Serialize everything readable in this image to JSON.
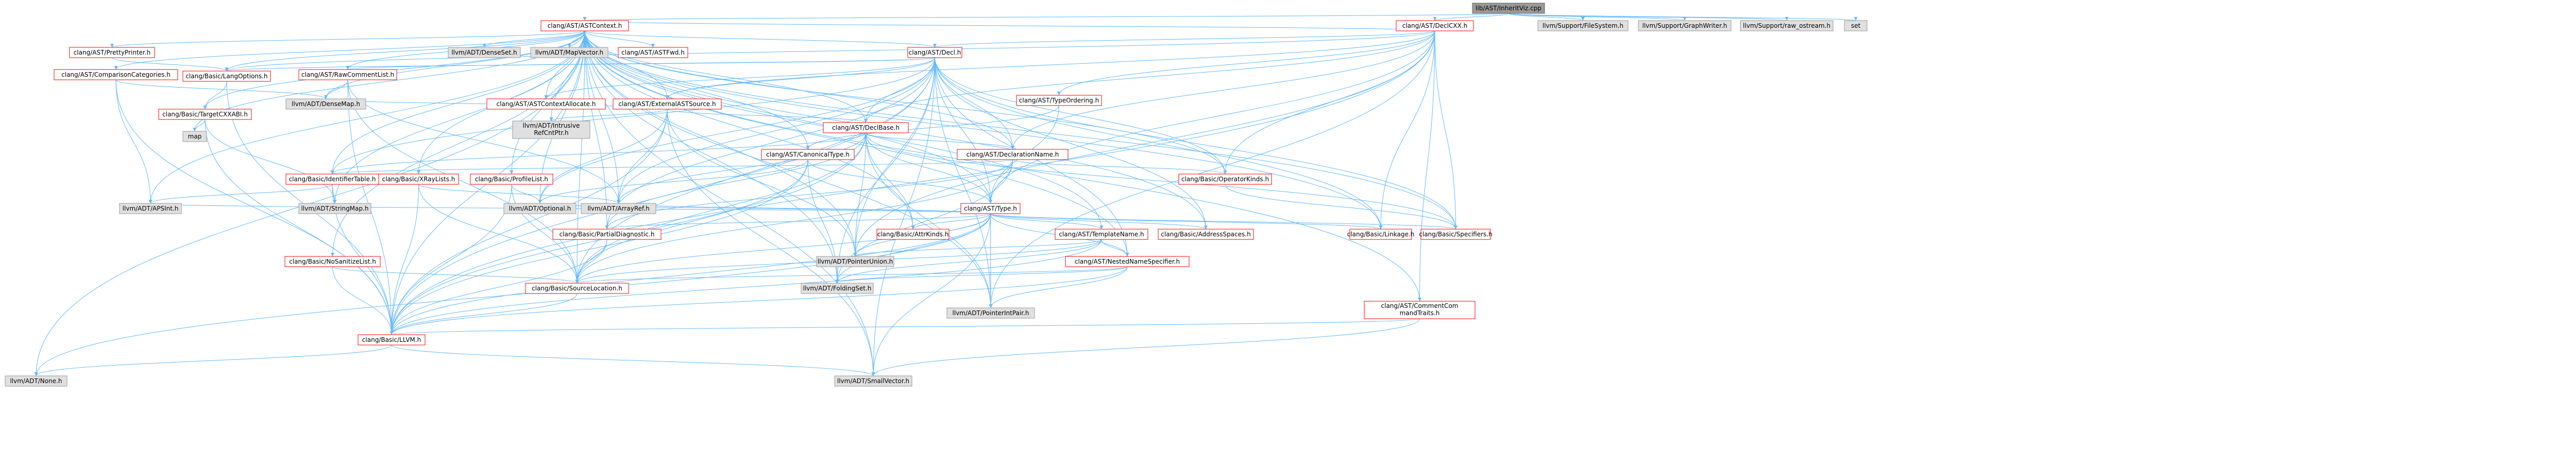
{
  "title": "lib/AST/InheritViz.cpp",
  "colors": {
    "root_fill": "#999999",
    "node_border_red": "#ff0000",
    "node_fill_gray": "#e0e0e0",
    "edge": "#63b8ff"
  },
  "nodes": {
    "root": "lib/AST/InheritViz.cpp",
    "ast_context": "clang/AST/ASTContext.h",
    "decl_cxx": "clang/AST/DeclCXX.h",
    "file_system": "llvm/Support/FileSystem.h",
    "graph_writer": "llvm/Support/GraphWriter.h",
    "raw_ostream": "llvm/Support/raw_ostream.h",
    "set": "set",
    "decl": "clang/AST/Decl.h",
    "pretty_printer": "clang/AST/PrettyPrinter.h",
    "comparison_categories": "clang/AST/ComparisonCategories.h",
    "lang_options": "clang/Basic/LangOptions.h",
    "target_cxx_abi": "clang/Basic/TargetCXXABI.h",
    "map": "map",
    "dense_set": "llvm/ADT/DenseSet.h",
    "map_vector": "llvm/ADT/MapVector.h",
    "ast_fwd": "clang/AST/ASTFwd.h",
    "raw_comment_list": "clang/AST/RawCommentList.h",
    "ast_context_allocate": "clang/AST/ASTContextAllocate.h",
    "external_ast_source": "clang/AST/ExternalASTSource.h",
    "intrusive_ref_cnt_ptr": "llvm/ADT/IntrusiveRefCntPtr.h",
    "decl_base": "clang/AST/DeclBase.h",
    "type_ordering": "clang/AST/TypeOrdering.h",
    "dense_map": "llvm/ADT/DenseMap.h",
    "canonical_type": "clang/AST/CanonicalType.h",
    "declaration_name": "clang/AST/DeclarationName.h",
    "xray_lists": "clang/Basic/XRayLists.h",
    "profile_list": "clang/Basic/ProfileList.h",
    "identifier_table": "clang/Basic/IdentifierTable.h",
    "operator_kinds": "clang/Basic/OperatorKinds.h",
    "ast_type": "clang/AST/Type.h",
    "apsint": "llvm/ADT/APSInt.h",
    "string_map": "llvm/ADT/StringMap.h",
    "optional": "llvm/ADT/Optional.h",
    "array_ref": "llvm/ADT/ArrayRef.h",
    "partial_diagnostic": "clang/Basic/PartialDiagnostic.h",
    "attr_kinds": "clang/Basic/AttrKinds.h",
    "template_name": "clang/AST/TemplateName.h",
    "address_spaces": "clang/Basic/AddressSpaces.h",
    "linkage": "clang/Basic/Linkage.h",
    "specifiers": "clang/Basic/Specifiers.h",
    "sanitizer_list": "clang/Basic/NoSanitizeList.h",
    "pointer_union": "llvm/ADT/PointerUnion.h",
    "nested_name_specifier": "clang/AST/NestedNameSpecifier.h",
    "source_location": "clang/Basic/SourceLocation.h",
    "folding_set": "llvm/ADT/FoldingSet.h",
    "pointer_int_pair": "llvm/ADT/PointerIntPair.h",
    "comment_command_traits": "clang/AST/CommentCommandTraits.h",
    "llvm": "clang/Basic/LLVM.h",
    "none": "llvm/ADT/None.h",
    "small_vector": "llvm/ADT/SmallVector.h"
  }
}
